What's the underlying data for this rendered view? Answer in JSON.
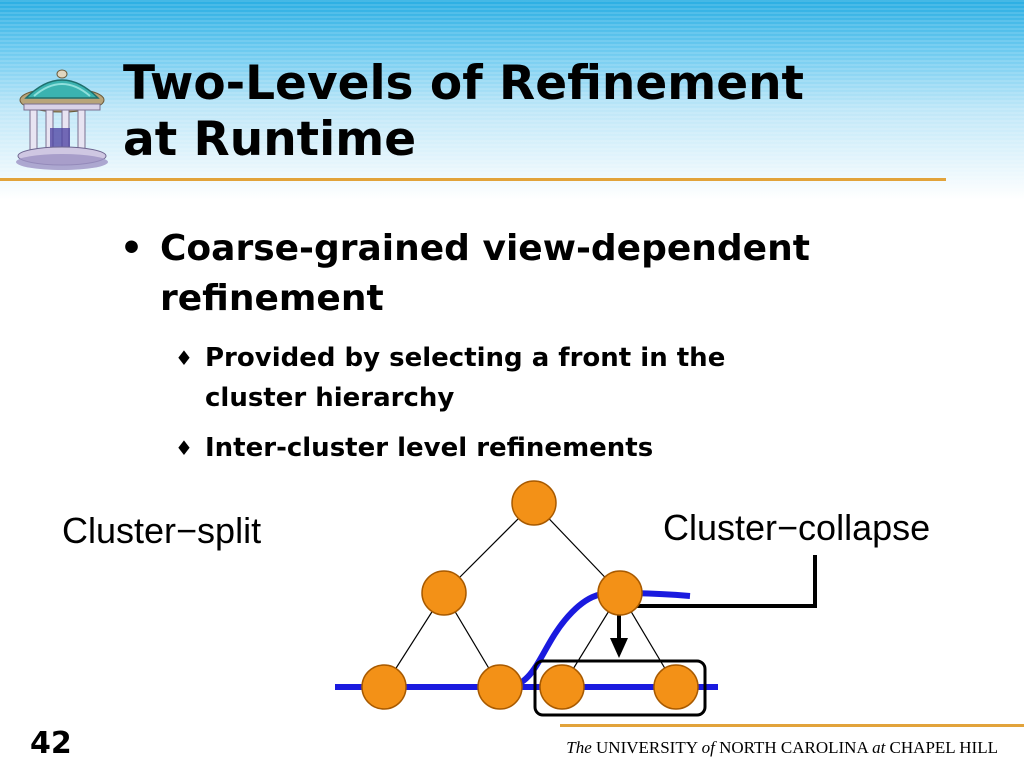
{
  "slide": {
    "title_line1": "Two-Levels of Refinement",
    "title_line2": "at Runtime",
    "page_number": "42"
  },
  "bullets": {
    "main": {
      "marker": "•",
      "text_line1": "Coarse-grained view-dependent",
      "text_line2": "refinement"
    },
    "subs": [
      {
        "marker": "♦",
        "text_line1": "Provided by selecting a front in the",
        "text_line2": "cluster hierarchy"
      },
      {
        "marker": "♦",
        "text_line1": "Inter-cluster level refinements"
      }
    ]
  },
  "diagram": {
    "label_left": "Cluster−split",
    "label_right": "Cluster−collapse",
    "colors": {
      "node_fill": "#f39117",
      "node_stroke": "#a85a00",
      "front_curve": "#1a1adf",
      "edge": "#000000"
    }
  },
  "footer": {
    "the": "The",
    "university": "UNIVERSITY",
    "of": "of",
    "north_carolina": "NORTH CAROLINA",
    "at": "at",
    "chapel_hill": "CHAPEL HILL"
  },
  "icons": {
    "logo": "old-well-gazebo-logo"
  },
  "theme": {
    "accent_rule": "#e2a33b",
    "header_gradient_top": "#2aaee3"
  }
}
